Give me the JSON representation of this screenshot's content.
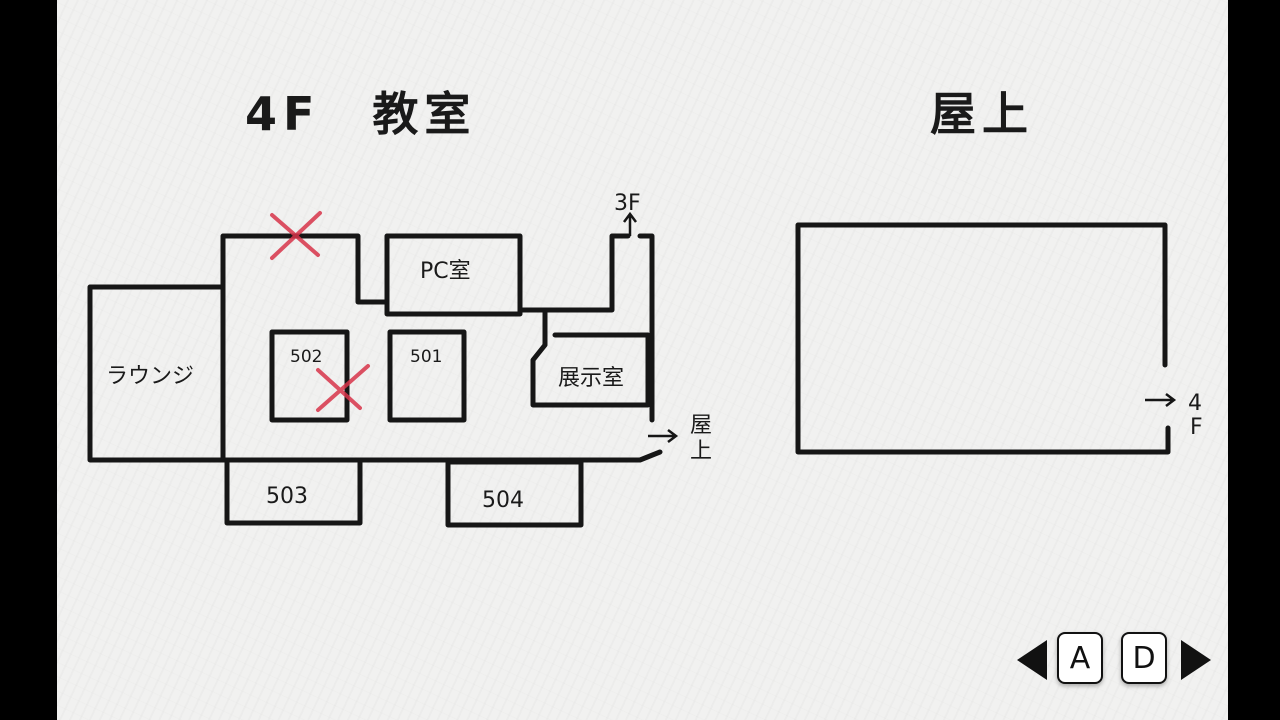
{
  "maps": {
    "left": {
      "title": "4F　教室",
      "rooms": {
        "lounge": "ラウンジ",
        "pc_room": "PC室",
        "r502": "502",
        "r501": "501",
        "exhibition": "展示室",
        "r503": "503",
        "r504": "504"
      },
      "exits": {
        "to_3f": "3F",
        "to_roof_line1": "屋",
        "to_roof_line2": "上"
      }
    },
    "right": {
      "title": "屋上",
      "exits": {
        "to_4f_line1": "4",
        "to_4f_line2": "F"
      }
    }
  },
  "controls": {
    "prev_key": "A",
    "next_key": "D"
  },
  "colors": {
    "ink": "#161616",
    "cross_mark": "#d8344a",
    "paper": "#f1f1f0"
  }
}
